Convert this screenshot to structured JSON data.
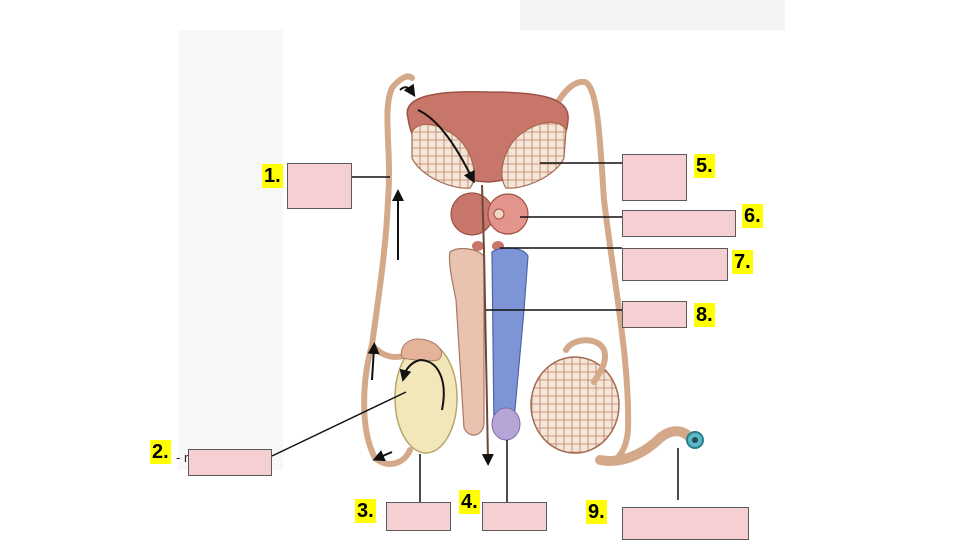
{
  "labels": {
    "l1": "1.",
    "l2": "2.",
    "l3": "3.",
    "l4": "4.",
    "l5": "5.",
    "l6": "6.",
    "l7": "7.",
    "l8": "8.",
    "l9": "9."
  },
  "stray_text": "- r",
  "colors": {
    "label_highlight": "#ffff00",
    "answer_box": "#f5cfd2",
    "bladder": "#c9766a",
    "prostate": "#e3948c",
    "duct": "#c9a07a",
    "testis": "#f1e7b8",
    "corpus_cavernosum_shaft": "#e9c2b0",
    "corpus_spongiosum_shaft": "#7d95d6"
  }
}
